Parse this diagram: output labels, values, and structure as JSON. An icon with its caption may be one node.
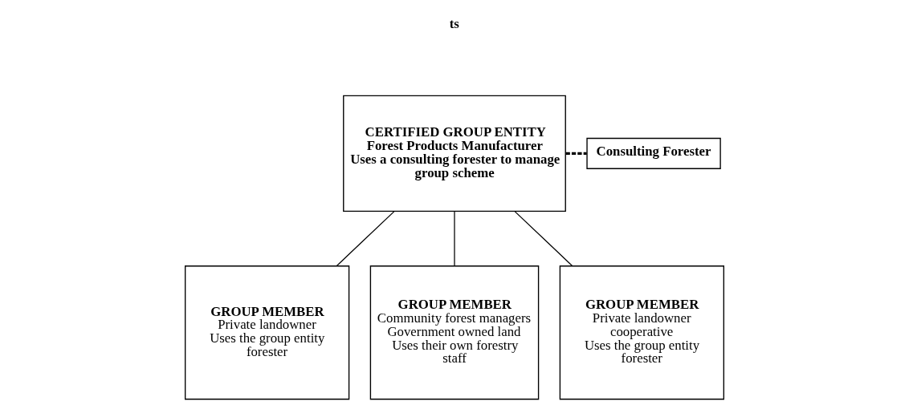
{
  "diagram": {
    "nodes": [
      {
        "text": [
          "CERTIFIED GROUP ENTITY",
          "Forest Products Manufacturer",
          "Uses a consulting forester to manage group scheme"
        ]
      },
      {
        "text": [
          "Consulting Forester"
        ]
      },
      {
        "text": [
          "GROUP MEMBER",
          "Private landowner",
          "Uses the group entity forester"
        ]
      },
      {
        "text": [
          "GROUP MEMBER",
          "Community forest managers",
          "Government owned land",
          "Uses their own forestry staff"
        ]
      },
      {
        "text": [
          "GROUP MEMBER",
          "Private landowner cooperative",
          "Uses the group entity forester"
        ]
      }
    ],
    "edges": [
      {
        "from": 0,
        "to": 1,
        "arrow": "none",
        "style": "dashed"
      },
      {
        "from": 0,
        "to": 2,
        "arrow": "none"
      },
      {
        "from": 0,
        "to": 3,
        "arrow": "none"
      },
      {
        "from": 0,
        "to": 4,
        "arrow": "none"
      }
    ],
    "labels": [
      "ts"
    ]
  }
}
